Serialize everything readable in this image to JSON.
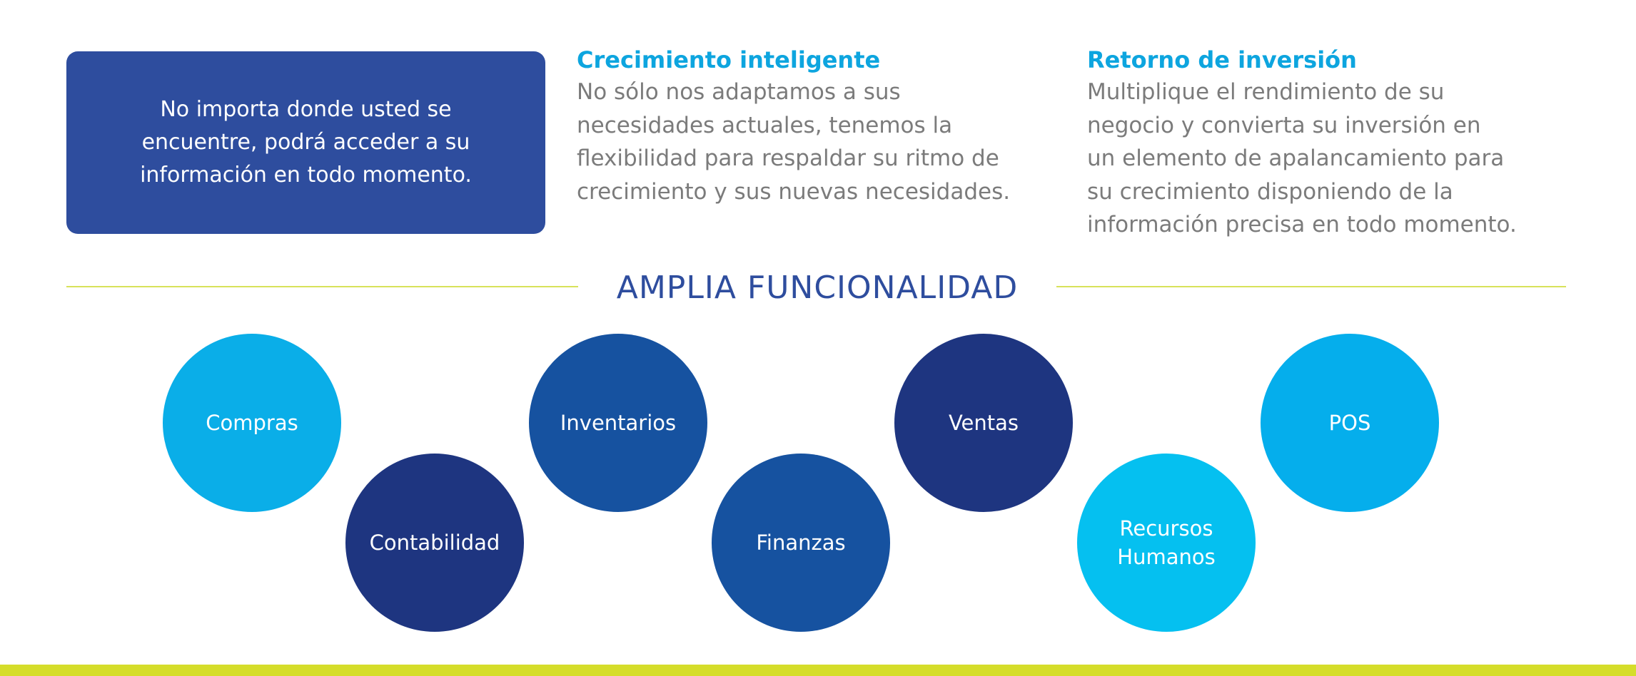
{
  "highlight": {
    "text": "No importa donde usted se encuentre, podrá acceder a su información en todo momento."
  },
  "features": [
    {
      "title": "Crecimiento inteligente",
      "body": "No sólo nos adaptamos a sus\nnecesidades actuales, tenemos la\nflexibilidad para respaldar su ritmo de\ncrecimiento y sus nuevas necesidades."
    },
    {
      "title": "Retorno de inversión",
      "body": "Multiplique el rendimiento de su\nnegocio y convierta su inversión en\nun elemento de apalancamiento para\nsu crecimiento  disponiendo de la\ninformación precisa en todo momento."
    }
  ],
  "section": {
    "heading": "AMPLIA FUNCIONALIDAD"
  },
  "modules": [
    {
      "label": "Compras",
      "color": "#0aaee8"
    },
    {
      "label": "Contabilidad",
      "color": "#1e3580"
    },
    {
      "label": "Inventarios",
      "color": "#1652a0"
    },
    {
      "label": "Finanzas",
      "color": "#1652a0"
    },
    {
      "label": "Ventas",
      "color": "#1e3580"
    },
    {
      "label": "Recursos\nHumanos",
      "color": "#05c0f0"
    },
    {
      "label": "POS",
      "color": "#05aeec"
    }
  ],
  "colors": {
    "accent_line": "#d5dd2a",
    "brand_blue": "#2e4d9e",
    "title_cyan": "#0da5df"
  }
}
